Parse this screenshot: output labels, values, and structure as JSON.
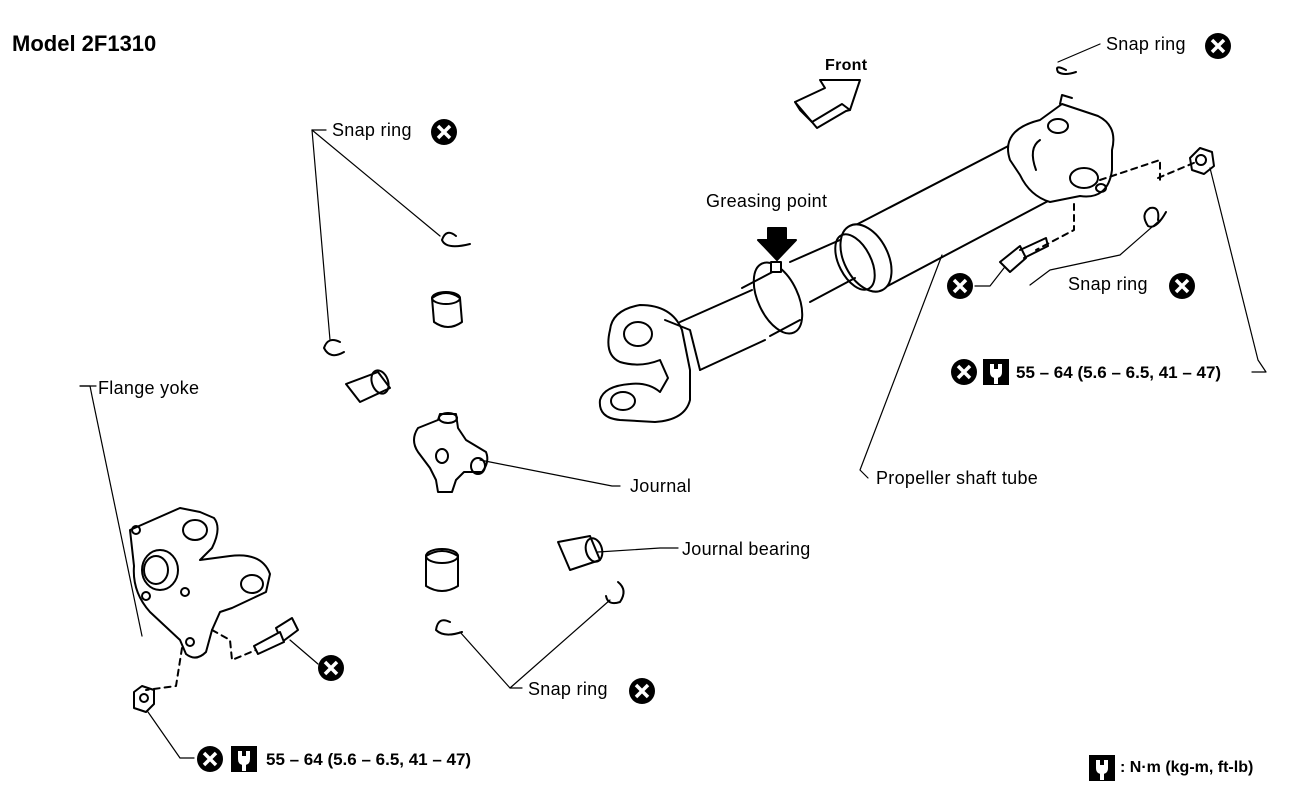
{
  "title": "Model 2F1310",
  "labels": {
    "front": "Front",
    "snap_ring": "Snap ring",
    "greasing_point": "Greasing point",
    "flange_yoke": "Flange yoke",
    "journal": "Journal",
    "journal_bearing": "Journal bearing",
    "propeller_shaft_tube": "Propeller shaft tube"
  },
  "torque": {
    "spec": "55 – 64 (5.6 – 6.5, 41 – 47)"
  },
  "legend": {
    "units": ": N·m (kg-m, ft-lb)"
  },
  "icons": {
    "replace": "do-not-reuse-icon",
    "torque": "tightening-torque-icon"
  }
}
